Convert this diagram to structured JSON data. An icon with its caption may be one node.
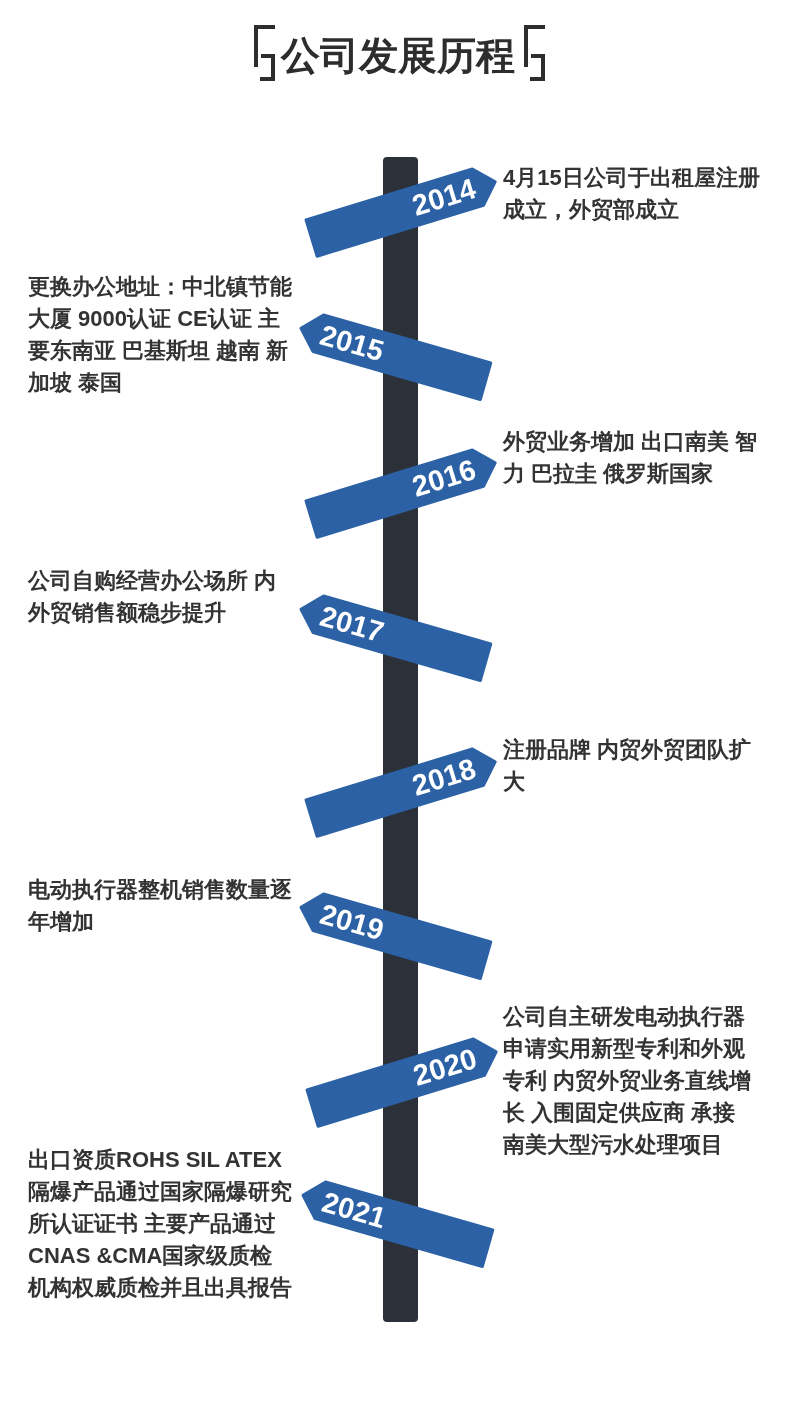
{
  "diagram": {
    "title": "公司发展历程",
    "nodes": [
      {
        "text": [],
        "shape": "bar"
      },
      {
        "text": [
          "2014"
        ],
        "beside": [
          "4月15日公司于出租屋注册成立，外贸部成立"
        ]
      },
      {
        "text": [
          "2015"
        ],
        "beside": [
          "更换办公地址：中北镇节能大厦 9000认证 CE认证 主要东南亚 巴基斯坦 越南 新加坡 泰国"
        ]
      },
      {
        "text": [
          "2016"
        ],
        "beside": [
          "外贸业务增加 出口南美 智力 巴拉圭 俄罗斯国家"
        ]
      },
      {
        "text": [
          "2017"
        ],
        "beside": [
          "公司自购经营办公场所 内外贸销售额稳步提升"
        ]
      },
      {
        "text": [
          "2018"
        ],
        "beside": [
          "注册品牌 内贸外贸团队扩大"
        ]
      },
      {
        "text": [
          "2019"
        ],
        "beside": [
          "电动执行器整机销售数量逐年增加"
        ]
      },
      {
        "text": [
          "2020"
        ],
        "beside": [
          "公司自主研发电动执行器申请实用新型专利和外观专利 内贸外贸业务直线增长 入围固定供应商 承接南美大型污水处理项目"
        ]
      },
      {
        "text": [
          "2021"
        ],
        "beside": [
          "出口资质ROHS SIL ATEX隔爆产品通过国家隔爆研究所认证证书 主要产品通过CNAS &CMA国家级质检机构权威质检并且出具报告"
        ]
      }
    ]
  }
}
